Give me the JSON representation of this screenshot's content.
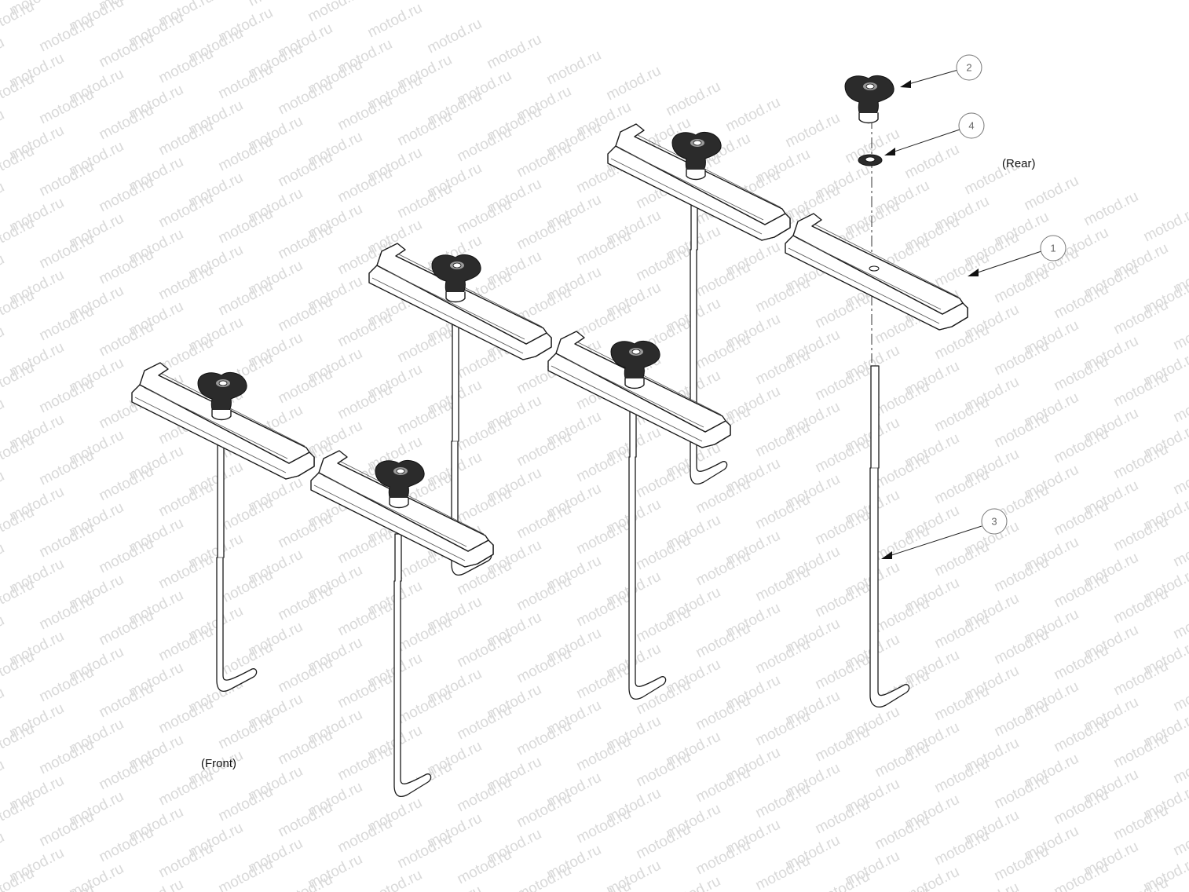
{
  "watermark": {
    "text": "motod.ru"
  },
  "labels": {
    "front": "(Front)",
    "rear": "(Rear)"
  },
  "callouts": [
    {
      "id": "2"
    },
    {
      "id": "4"
    },
    {
      "id": "1"
    },
    {
      "id": "3"
    }
  ]
}
